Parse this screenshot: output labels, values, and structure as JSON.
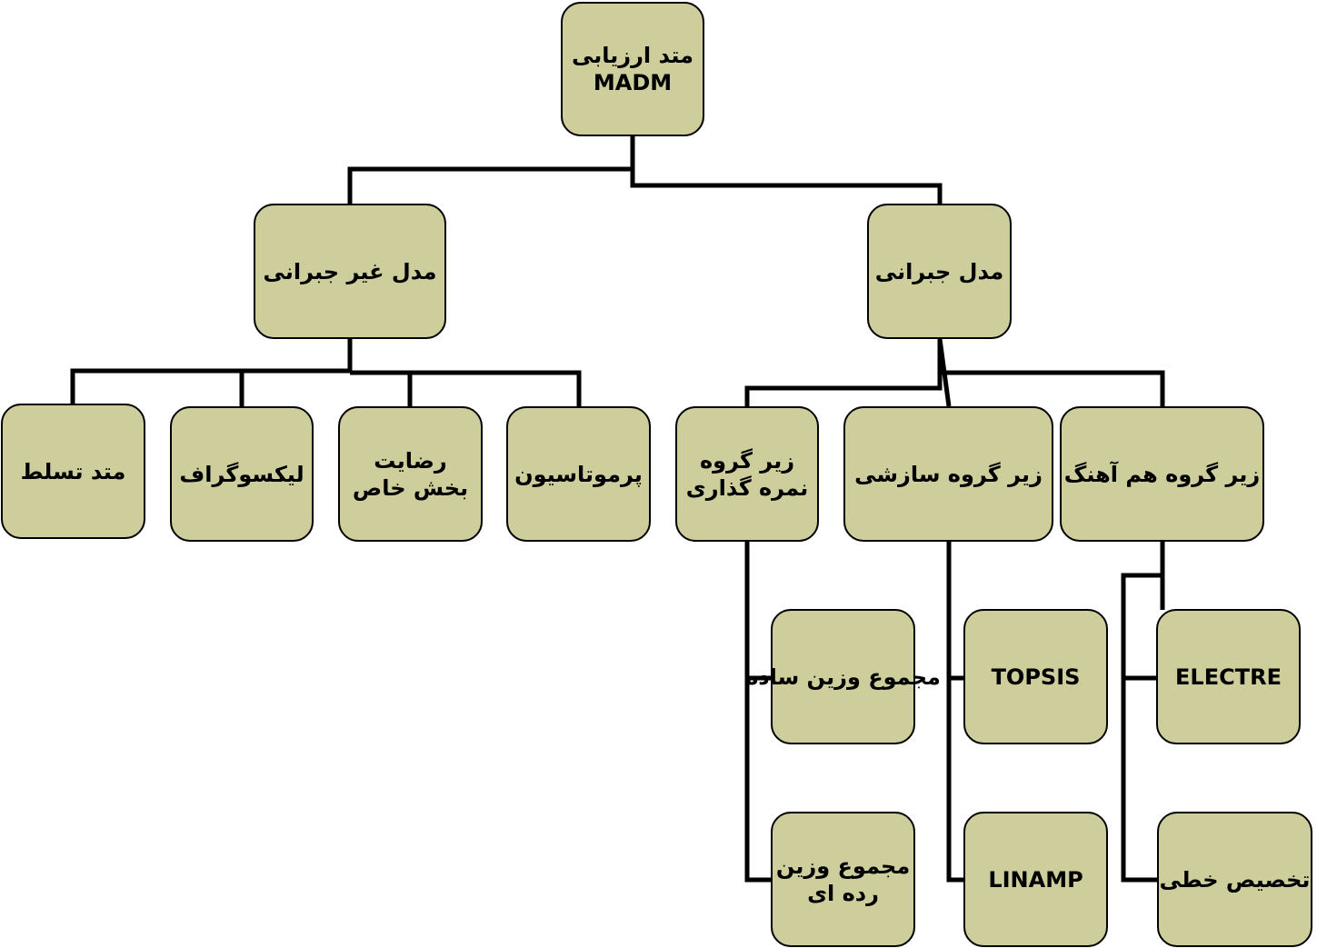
{
  "nodes": {
    "root": {
      "line1": "متد ارزیابی",
      "line2": "MADM"
    },
    "non_compensatory": "مدل غیر جبرانی",
    "compensatory": "مدل جبرانی",
    "dominance": "متد تسلط",
    "lexicographic": "لیکسوگراف",
    "satisficing": {
      "line1": "رضایت",
      "line2": "بخش خاص"
    },
    "permutation": "پرموتاسیون",
    "scoring_subgroup": {
      "line1": "زیر گروه",
      "line2": "نمره گذاری"
    },
    "compromise_subgroup": "زیر گروه سازشی",
    "concordance_subgroup": "زیر گروه هم آهنگ",
    "saw": "مجموع وزین ساده",
    "topsis": "TOPSIS",
    "electre": "ELECTRE",
    "ranked_weighted_sum": {
      "line1": "مجموع وزین",
      "line2": "رده ای"
    },
    "linamp": "LINAMP",
    "linear_assignment": "تخصیص خطی"
  },
  "colors": {
    "box_fill": "#cece9c",
    "border": "#000000",
    "connector": "#000000"
  }
}
